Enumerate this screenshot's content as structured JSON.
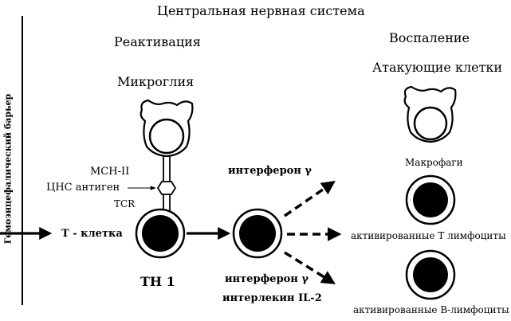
{
  "title": "Центральная нервная система",
  "barrier_label": "Гемоэнцефалический барьер",
  "reactivation": {
    "heading": "Реактивация",
    "cell": "Микроглия"
  },
  "inflammation": {
    "heading": "Воспаление",
    "subheading": "Атакующие клетки"
  },
  "labels": {
    "mhc": "МСН-II",
    "antigen": "ЦНС антиген",
    "tcr": "TCR",
    "t_cell": "Т - клетка",
    "th1": "TH 1",
    "ifn_top": "интерферон γ",
    "ifn_bottom": "интерферон γ",
    "il2": "интерлекин IL-2",
    "macrophages": "Макрофаги",
    "activated_t": "активированные Т лимфоциты",
    "activated_b": "активированные В-лимфоциты"
  },
  "colors": {
    "ink": "#000000",
    "background": "#ffffff"
  }
}
